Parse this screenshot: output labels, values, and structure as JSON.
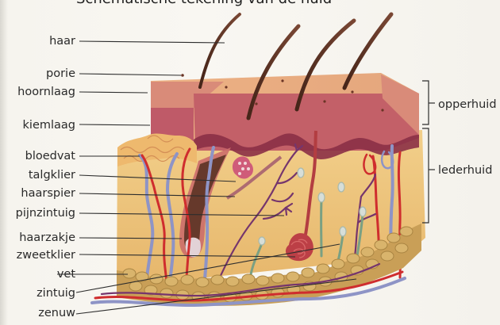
{
  "title_fragment": "Schematische tekening van de huid",
  "left_labels": [
    "haar",
    "porie",
    "hoornlaag",
    "kiemlaag",
    "bloedvat",
    "talgklier",
    "haarspier",
    "pijnzintuig",
    "haarzakje",
    "zweetklier",
    "vet",
    "zintuig",
    "zenuw"
  ],
  "right_labels": [
    "opperhuid",
    "lederhuid"
  ],
  "colors": {
    "epidermis_top": "#e3a37a",
    "epidermis_dark": "#ba5664",
    "dermis": "#ebc27a",
    "fat": "#c69d58",
    "artery": "#cf2d2e",
    "vein": "#7f8bbf",
    "hair": "#5c3424",
    "nerve": "#75356d"
  }
}
